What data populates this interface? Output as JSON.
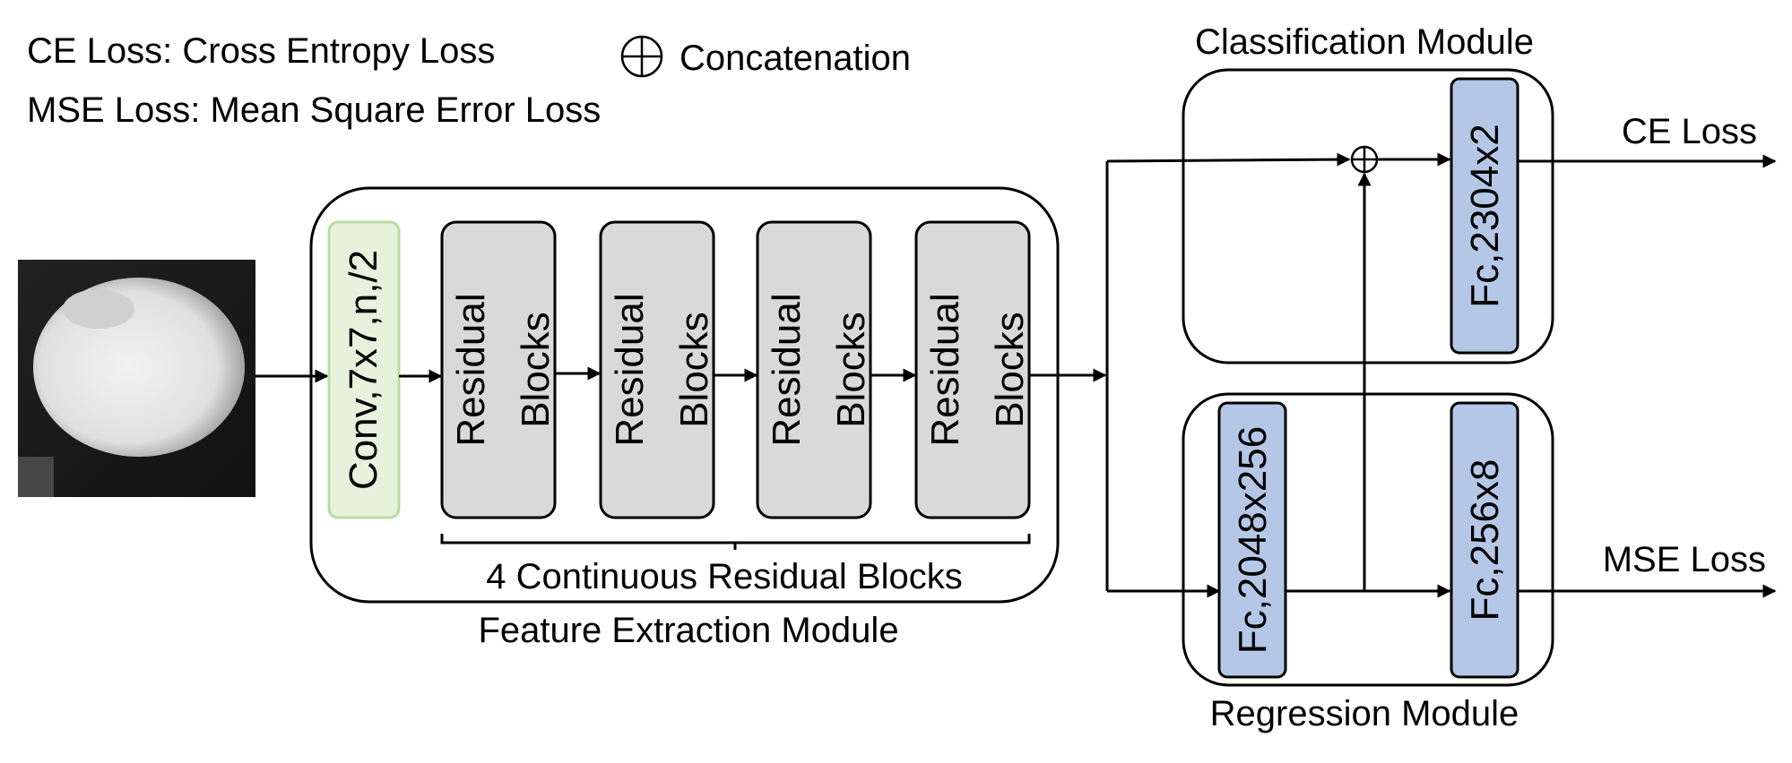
{
  "legend": {
    "ce": "CE Loss: Cross Entropy Loss",
    "mse": "MSE Loss: Mean Square Error Loss",
    "concat": "Concatenation"
  },
  "input_image": {
    "description_icon": "ct-nodule-image"
  },
  "feature_module": {
    "title": "Feature Extraction Module",
    "conv_label": "Conv,7x7,n,/2",
    "residual_line1": "Residual",
    "residual_line2": "Blocks",
    "brace_label": "4 Continuous Residual Blocks"
  },
  "classification_module": {
    "title": "Classification Module",
    "fc_label": "Fc,2304x2",
    "output_label": "CE Loss"
  },
  "regression_module": {
    "title": "Regression Module",
    "fc1_label": "Fc,2048x256",
    "fc2_label": "Fc,256x8",
    "output_label": "MSE Loss"
  },
  "colors": {
    "conv_fill": "#e6f2dc",
    "conv_stroke": "#b9dca3",
    "residual_fill": "#d9d9d9",
    "fc_fill": "#b4c7e7"
  }
}
